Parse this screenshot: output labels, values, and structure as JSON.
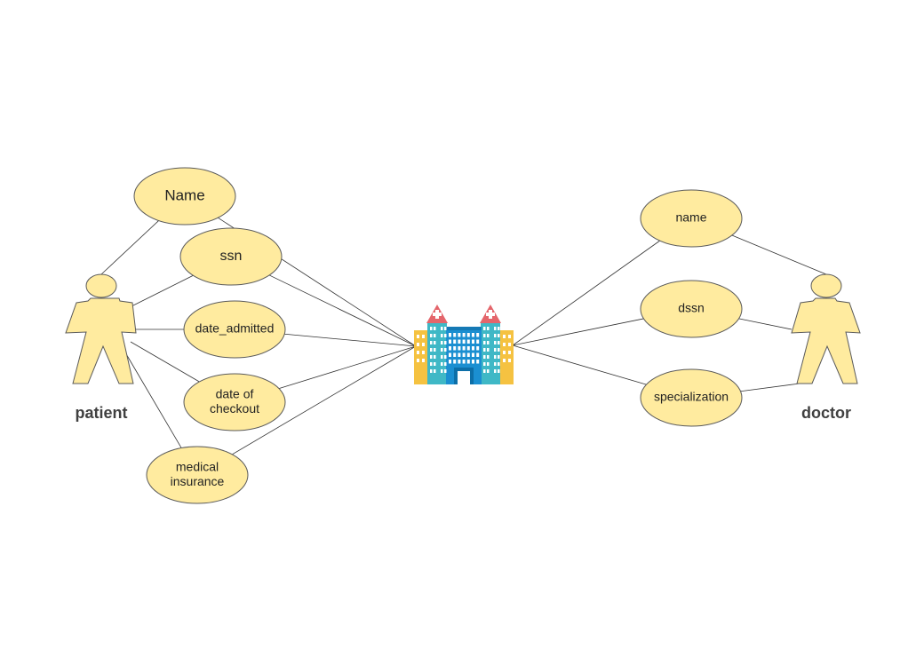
{
  "colors": {
    "fill": "#FFEB9F",
    "stroke": "#5A5A5A",
    "line": "#333333",
    "label": "#404040"
  },
  "actors": [
    {
      "id": "patient",
      "label": "patient"
    },
    {
      "id": "doctor",
      "label": "doctor"
    }
  ],
  "attributes": {
    "patient": [
      {
        "id": "name",
        "lines": [
          "Name"
        ]
      },
      {
        "id": "ssn",
        "lines": [
          "ssn"
        ]
      },
      {
        "id": "date-admitted",
        "lines": [
          "date_admitted"
        ]
      },
      {
        "id": "date-of-checkout",
        "lines": [
          "date of",
          "checkout"
        ]
      },
      {
        "id": "medical-insurance",
        "lines": [
          "medical",
          "insurance"
        ]
      }
    ],
    "doctor": [
      {
        "id": "name",
        "lines": [
          "name"
        ]
      },
      {
        "id": "dssn",
        "lines": [
          "dssn"
        ]
      },
      {
        "id": "specialization",
        "lines": [
          "specialization"
        ]
      }
    ]
  },
  "center_icon": "hospital-icon"
}
